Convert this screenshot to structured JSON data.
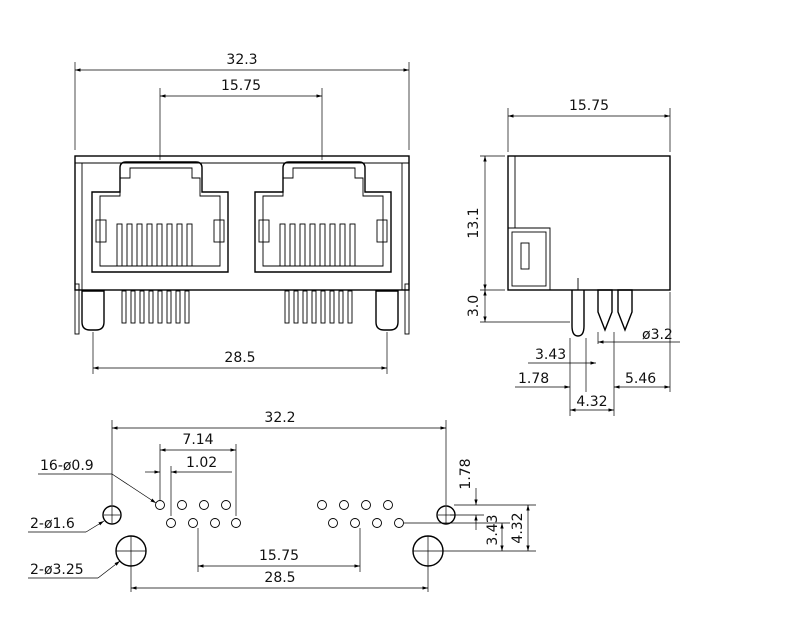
{
  "colors": {
    "line": "#000000",
    "background": "#ffffff",
    "text": "#111111"
  },
  "front_view": {
    "overall_width": "32.3",
    "port_pitch": "15.75",
    "post_spacing": "28.5"
  },
  "side_view": {
    "depth": "15.75",
    "body_height": "13.1",
    "pin_length": "3.0",
    "dim_3_43": "3.43",
    "dim_1_78": "1.78",
    "dim_4_32": "4.32",
    "dim_5_46": "5.46",
    "post_dia": "ø3.2"
  },
  "footprint": {
    "overall_width": "32.2",
    "dim_7_14": "7.14",
    "dim_1_02": "1.02",
    "pin_holes": "16-ø0.9",
    "small_holes": "2-ø1.6",
    "large_holes": "2-ø3.25",
    "dim_1_78": "1.78",
    "dim_3_43": "3.43",
    "dim_4_32": "4.32",
    "port_pitch": "15.75",
    "post_spacing": "28.5"
  }
}
